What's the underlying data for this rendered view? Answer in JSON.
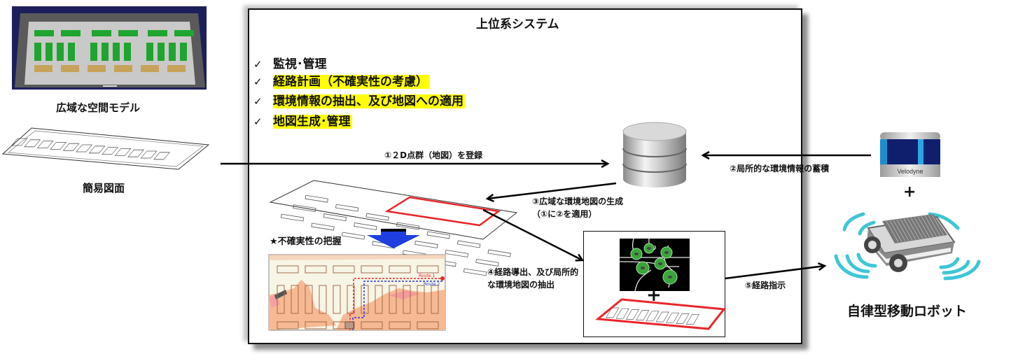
{
  "left_panel": {
    "space_model_caption": "広域な空間モデル",
    "simple_drawing_caption": "簡易図面"
  },
  "system": {
    "title": "上位系システム",
    "check_items": [
      {
        "label": "監視･管理",
        "highlighted": false
      },
      {
        "label": "経路計画（不確実性の考慮）",
        "highlighted": true
      },
      {
        "label": "環境情報の抽出、及び地図への適用",
        "highlighted": true
      },
      {
        "label": "地図生成･管理",
        "highlighted": true
      }
    ],
    "check_symbol": "✓",
    "uncertainty_label": "★不確実性の把握",
    "route_labels": [
      "Route.1",
      "Route.2"
    ],
    "plus_symbol": "+"
  },
  "steps": {
    "step1": "①２D点群（地図）を登録",
    "step2": "②局所的な環境情報の蓄積",
    "step3_line1": "③広域な環境地図の生成",
    "step3_line2": "（①に②を適用）",
    "step4_line1": "④経路導出、及び局所的",
    "step4_line2": "な環境地図の抽出",
    "step5": "⑤経路指示"
  },
  "right_panel": {
    "lidar_brand": "Velodyne",
    "plus_symbol": "+",
    "robot_caption": "自律型移動ロボット"
  },
  "colors": {
    "highlight": "#ffff00",
    "map_red": "#e8262a",
    "arrow_blue": "#1f3fe0",
    "robot_wave": "#3ec6d6",
    "green_tree": "#3aa53a",
    "uncertainty_orange": "#f6b993",
    "route1": "#e8262a",
    "route2": "#2438d8"
  }
}
